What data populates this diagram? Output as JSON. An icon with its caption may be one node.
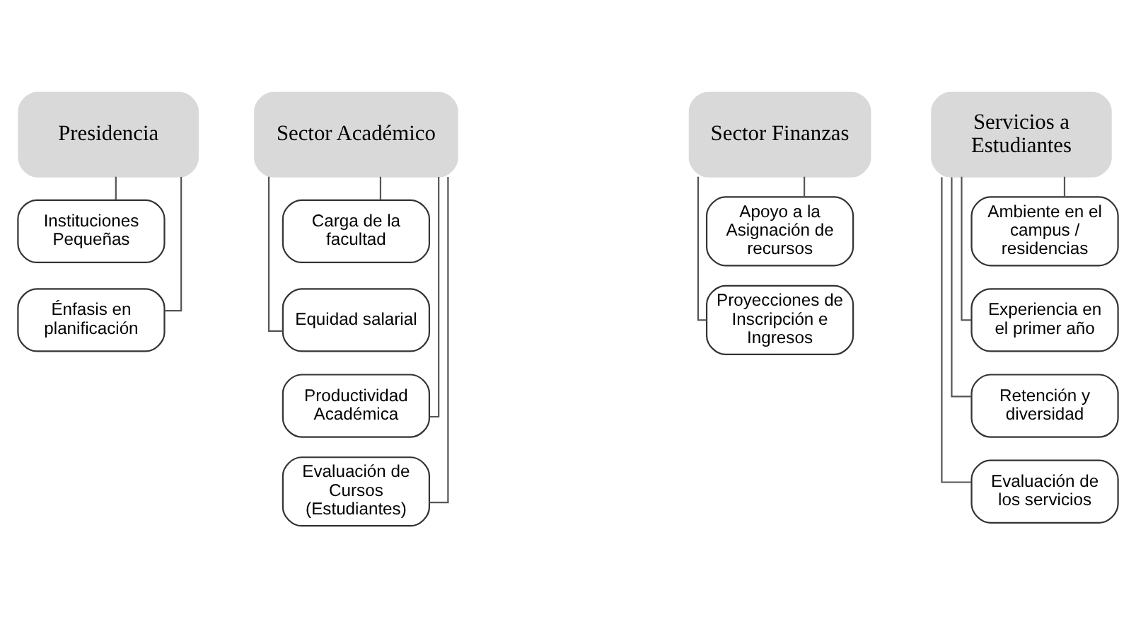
{
  "diagram": {
    "nodes": [
      {
        "text": [
          "Presidencia"
        ]
      },
      {
        "text": [
          "Instituciones Pequeñas"
        ]
      },
      {
        "text": [
          "Énfasis en planificación"
        ]
      },
      {
        "text": [
          "Sector Académico"
        ]
      },
      {
        "text": [
          "Carga de la facultad"
        ]
      },
      {
        "text": [
          "Equidad salarial"
        ]
      },
      {
        "text": [
          "Productividad Académica"
        ]
      },
      {
        "text": [
          "Evaluación de Cursos (Estudiantes)"
        ]
      },
      {
        "text": [
          "Sector Finanzas"
        ]
      },
      {
        "text": [
          "Apoyo a la Asignación de recursos"
        ]
      },
      {
        "text": [
          "Proyecciones de Inscripción e Ingresos"
        ]
      },
      {
        "text": [
          "Servicios a Estudiantes"
        ]
      },
      {
        "text": [
          "Ambiente en el campus / residencias"
        ]
      },
      {
        "text": [
          "Experiencia en el primer año"
        ]
      },
      {
        "text": [
          "Retención y diversidad"
        ]
      },
      {
        "text": [
          "Evaluación de los servicios"
        ]
      }
    ],
    "edges": [
      {
        "from": 0,
        "to": 1,
        "arrow": "none"
      },
      {
        "from": 0,
        "to": 2,
        "arrow": "none"
      },
      {
        "from": 3,
        "to": 4,
        "arrow": "none"
      },
      {
        "from": 3,
        "to": 5,
        "arrow": "none"
      },
      {
        "from": 3,
        "to": 6,
        "arrow": "none"
      },
      {
        "from": 3,
        "to": 7,
        "arrow": "none"
      },
      {
        "from": 8,
        "to": 9,
        "arrow": "none"
      },
      {
        "from": 8,
        "to": 10,
        "arrow": "none"
      },
      {
        "from": 11,
        "to": 12,
        "arrow": "none"
      },
      {
        "from": 11,
        "to": 13,
        "arrow": "none"
      },
      {
        "from": 11,
        "to": 14,
        "arrow": "none"
      },
      {
        "from": 11,
        "to": 15,
        "arrow": "none"
      }
    ]
  }
}
